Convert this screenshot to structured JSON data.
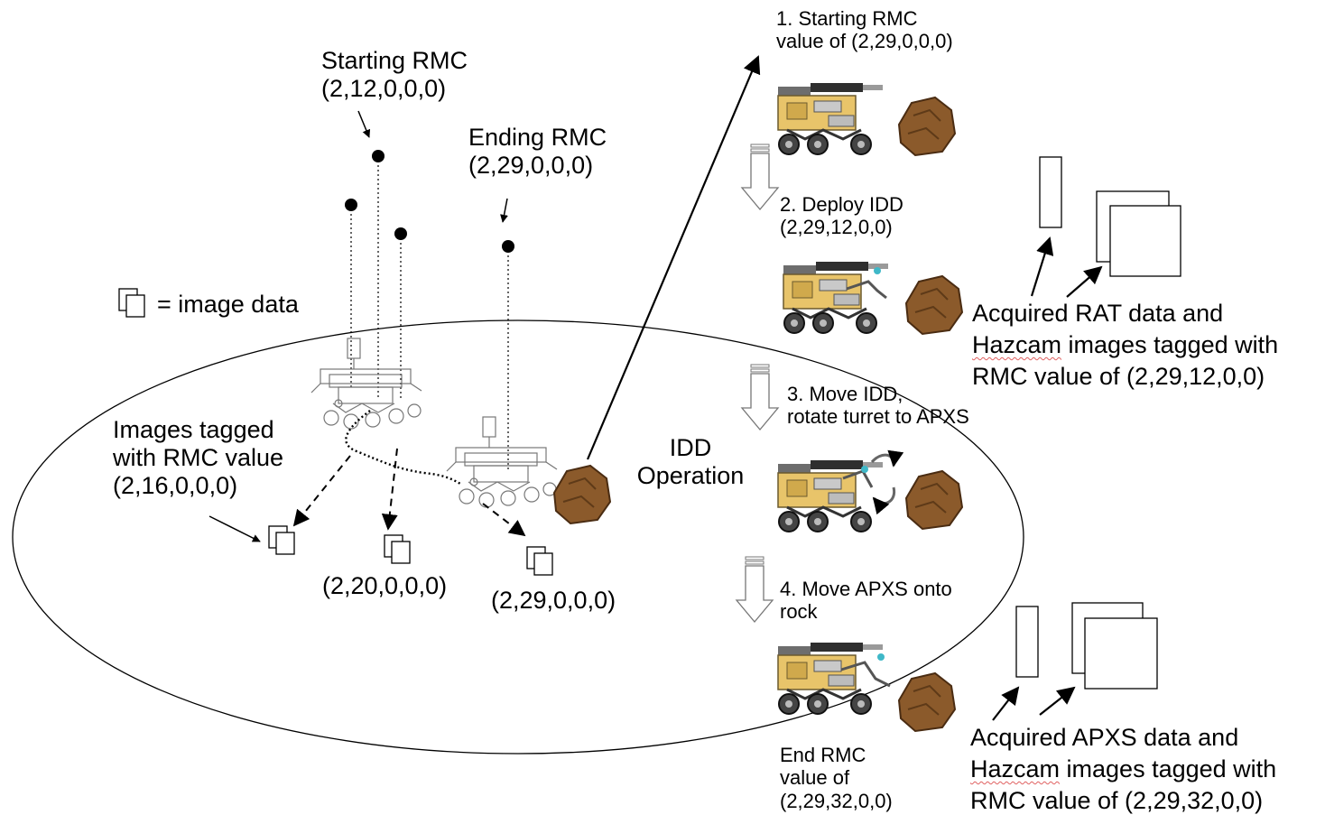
{
  "left": {
    "starting_rmc": {
      "title": "Starting RMC",
      "value": "(2,12,0,0,0)"
    },
    "ending_rmc": {
      "title": "Ending RMC",
      "value": "(2,29,0,0,0)"
    },
    "legend_text": "= image data",
    "images_tagged": {
      "line1": "Images tagged",
      "line2": "with RMC value",
      "line3": "(2,16,0,0,0)"
    },
    "image_label_2": "(2,20,0,0,0)",
    "image_label_3": "(2,29,0,0,0)",
    "idd_operation": {
      "line1": "IDD",
      "line2": "Operation"
    }
  },
  "steps": [
    {
      "line1": "1.  Starting RMC",
      "line2": "value of (2,29,0,0,0)"
    },
    {
      "line1": "2. Deploy IDD",
      "line2": "(2,29,12,0,0)"
    },
    {
      "line1": "3.  Move IDD,",
      "line2": "rotate turret to APXS"
    },
    {
      "line1": "4. Move APXS onto",
      "line2": "rock"
    }
  ],
  "end_rmc": {
    "line1": "End RMC",
    "line2": "value of",
    "line3": "(2,29,32,0,0)"
  },
  "rat_note": {
    "line1": "Acquired RAT data and",
    "line2_a": "Hazcam",
    "line2_b": " images tagged with",
    "line3": "RMC value of (2,29,12,0,0)"
  },
  "apxs_note": {
    "line1": "Acquired APXS data and",
    "line2_a": "Hazcam",
    "line2_b": " images tagged with",
    "line3": "RMC value of (2,29,32,0,0)"
  },
  "colors": {
    "rover_gold": "#e8c46a",
    "rover_dark": "#3a3a3a",
    "rock_brown": "#8b5a2b",
    "rock_dark": "#4a2c12",
    "cyan_tip": "#3fb8c8"
  },
  "icons": [
    "rover-icon",
    "rock-icon",
    "image-data-icon",
    "hollow-arrow-icon",
    "rotate-arrow-icon"
  ]
}
